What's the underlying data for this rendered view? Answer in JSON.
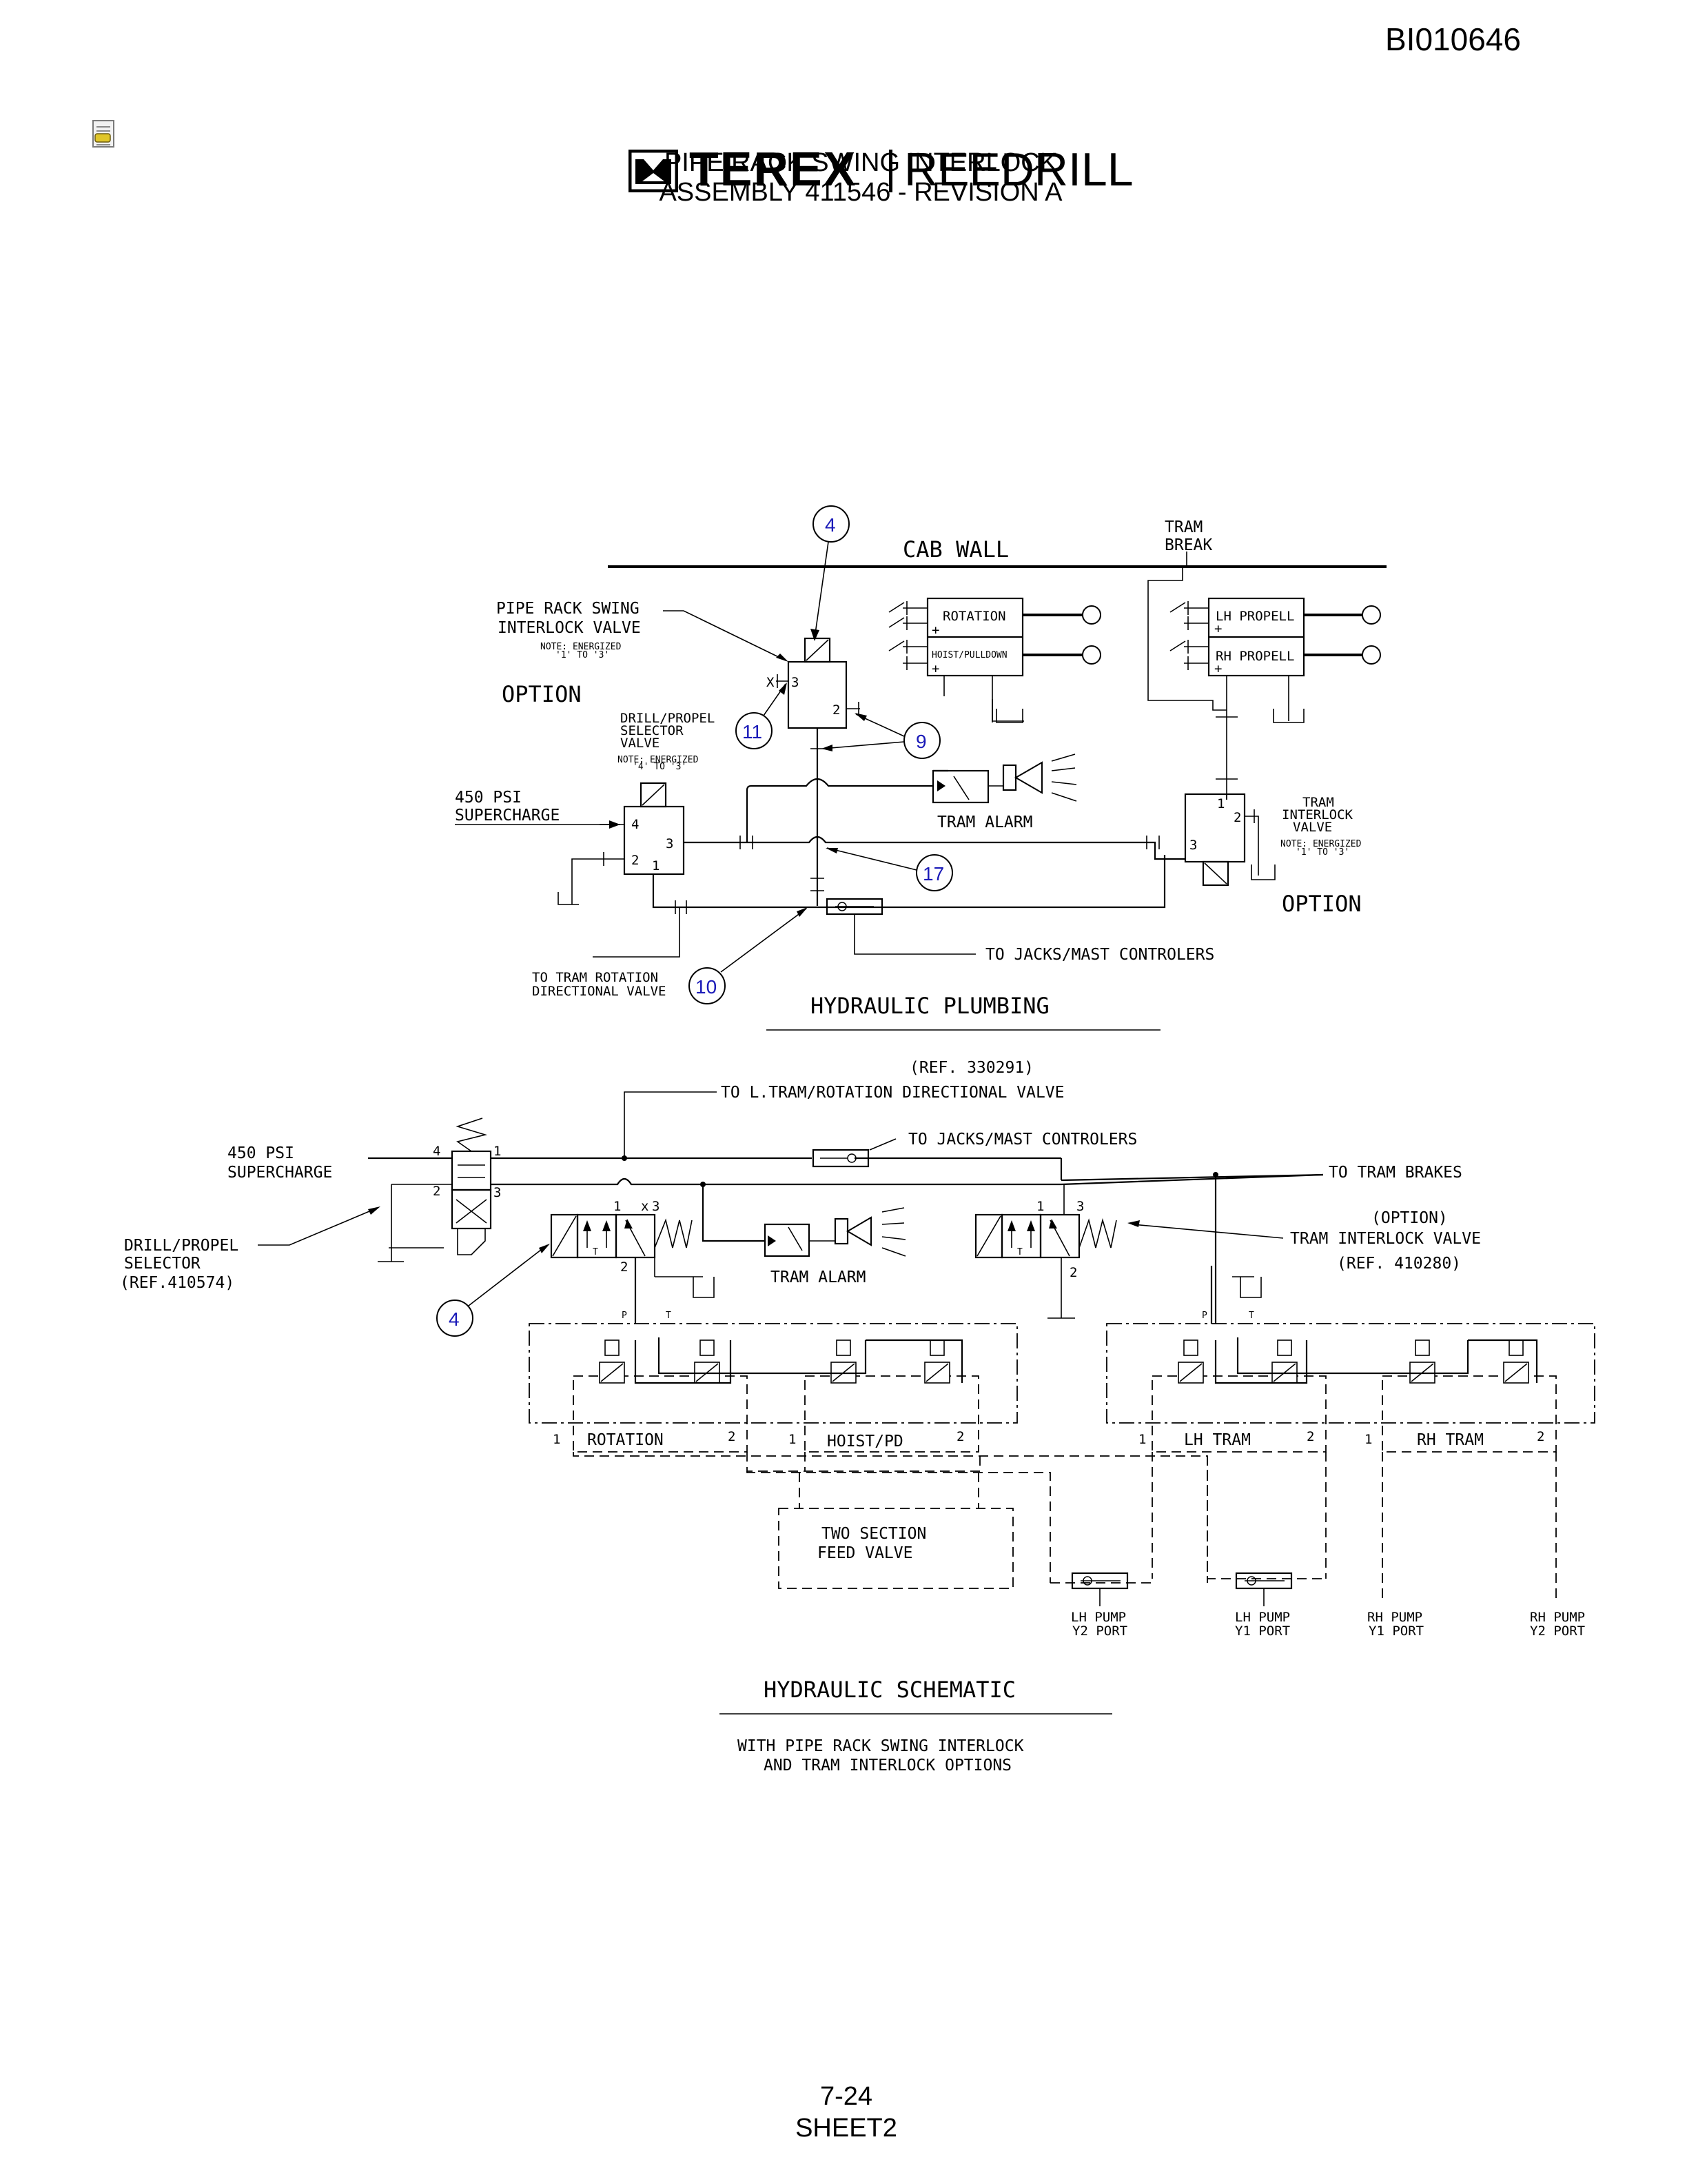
{
  "document_id": "BI010646",
  "brand": {
    "name_left": "TEREX",
    "name_right": "REEDRILL"
  },
  "title": {
    "line1": "PIPE RACK SWING INTERLOCK",
    "line2": "ASSEMBLY 411546 - REVISION A"
  },
  "footer": {
    "page": "7-24",
    "sheet": "SHEET2"
  },
  "plumbing": {
    "cab_wall": "CAB WALL",
    "tram_break": [
      "TRAM",
      "BREAK"
    ],
    "pipe_rack_valve": [
      "PIPE RACK SWING",
      "INTERLOCK VALVE"
    ],
    "pipe_rack_note": [
      "NOTE: ENERGIZED",
      "'1' TO '3'"
    ],
    "option_left": "OPTION",
    "option_right": "OPTION",
    "drill_propel": [
      "DRILL/PROPEL",
      "SELECTOR",
      "VALVE"
    ],
    "drill_propel_note": [
      "NOTE: ENERGIZED",
      "'4' TO '3'"
    ],
    "supercharge": [
      "450 PSI",
      "SUPERCHARGE"
    ],
    "tram_alarm": "TRAM ALARM",
    "tram_interlock": [
      "TRAM",
      "INTERLOCK",
      "VALVE"
    ],
    "tram_interlock_note": [
      "NOTE: ENERGIZED",
      "'1' TO '3'"
    ],
    "to_jacks": "TO JACKS/MAST CONTROLERS",
    "to_tram_rotation": [
      "TO TRAM ROTATION",
      "DIRECTIONAL VALVE"
    ],
    "rotation": "ROTATION",
    "hoist_pulldown": "HOIST/PULLDOWN",
    "lh_propell": "LH PROPELL",
    "rh_propell": "RH PROPELL",
    "section_title": "HYDRAULIC PLUMBING",
    "callouts": [
      "4",
      "11",
      "9",
      "17",
      "10"
    ]
  },
  "schematic": {
    "ref_330291": "(REF. 330291)",
    "to_l_tram": "TO L.TRAM/ROTATION DIRECTIONAL VALVE",
    "to_jacks": "TO JACKS/MAST CONTROLERS",
    "supercharge": [
      "450 PSI",
      "SUPERCHARGE"
    ],
    "to_tram_brakes": "TO TRAM BRAKES",
    "option": "(OPTION)",
    "tram_interlock": "TRAM INTERLOCK VALVE",
    "ref_410280": "(REF. 410280)",
    "drill_propel": [
      "DRILL/PROPEL",
      "SELECTOR",
      "(REF.410574)"
    ],
    "tram_alarm": "TRAM ALARM",
    "sections": [
      "ROTATION",
      "HOIST/PD",
      "LH TRAM",
      "RH TRAM"
    ],
    "feed_valve": [
      "TWO SECTION",
      "FEED VALVE"
    ],
    "ports": [
      [
        "LH PUMP",
        "Y2 PORT"
      ],
      [
        "LH PUMP",
        "Y1 PORT"
      ],
      [
        "RH PUMP",
        "Y1 PORT"
      ],
      [
        "RH PUMP",
        "Y2 PORT"
      ]
    ],
    "section_title": "HYDRAULIC SCHEMATIC",
    "subtitle": [
      "WITH PIPE RACK SWING INTERLOCK",
      "AND TRAM INTERLOCK OPTIONS"
    ],
    "callout": "4"
  }
}
